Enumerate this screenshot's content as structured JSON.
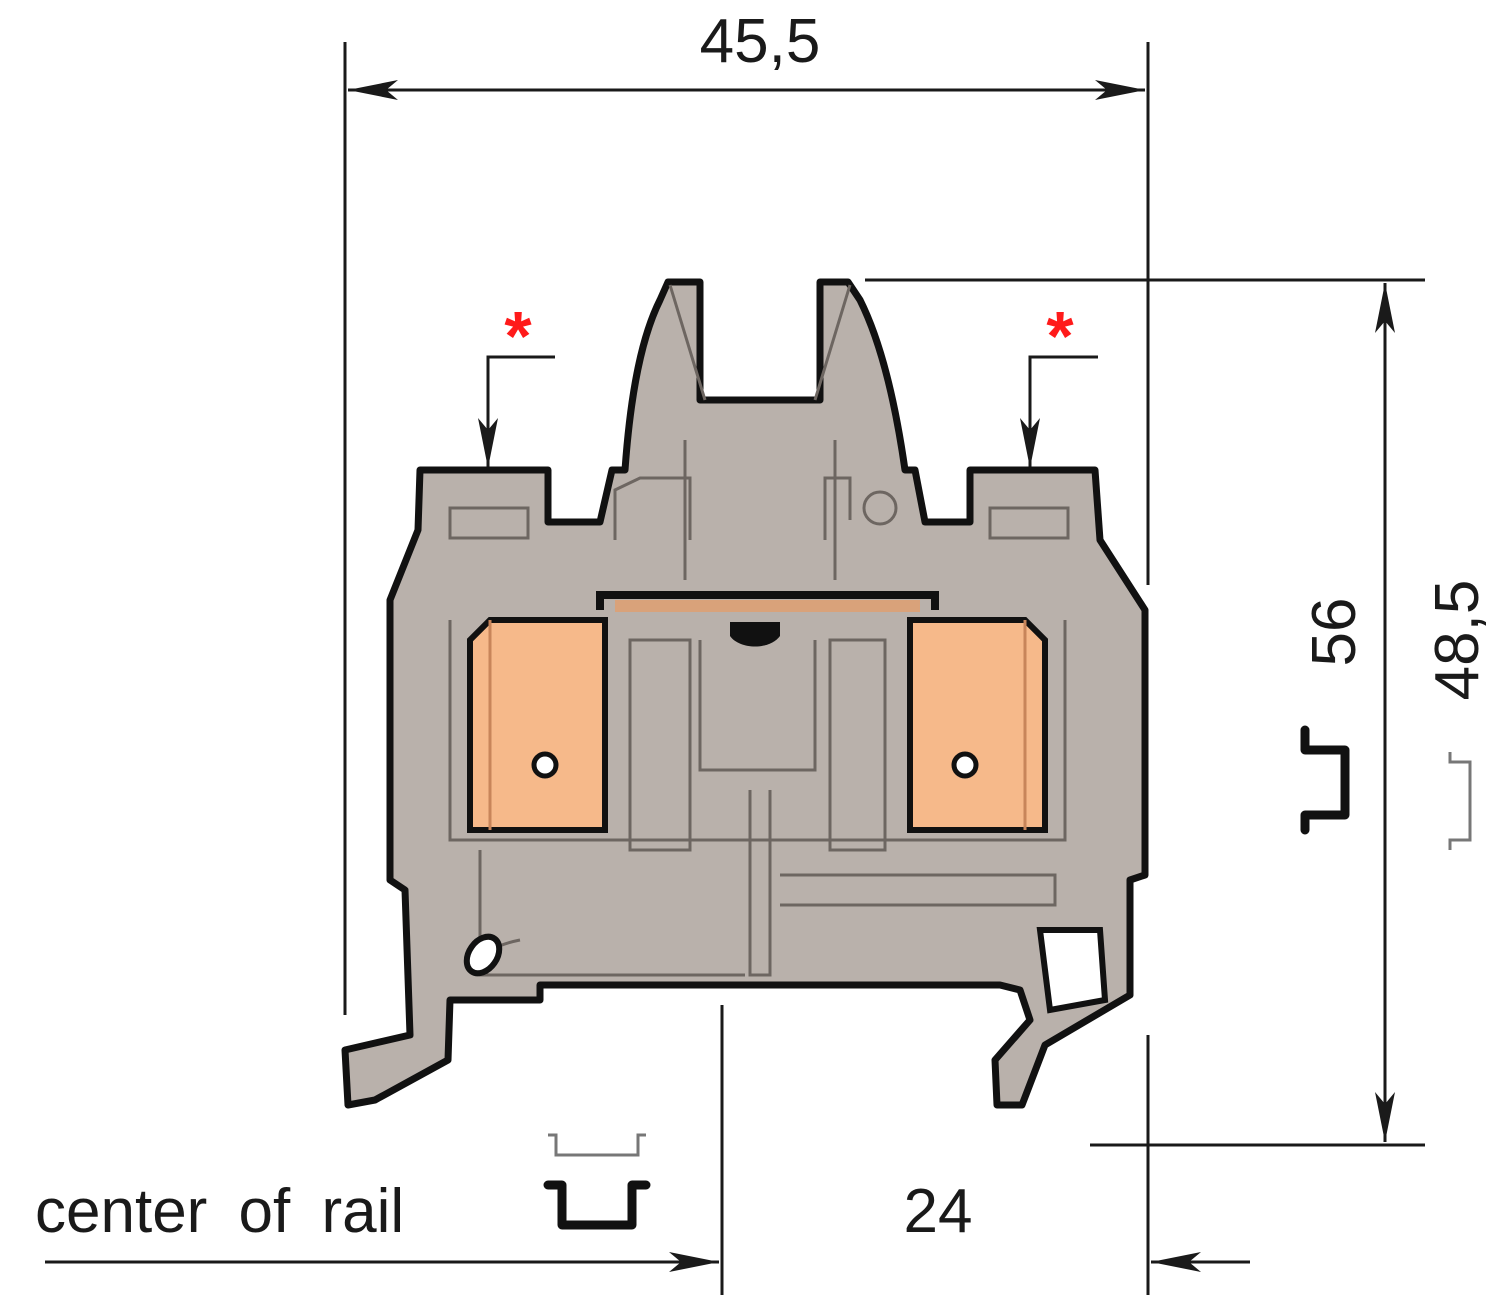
{
  "dimensions": {
    "width_total": "45,5",
    "height_total": "56",
    "height_above_rail": "48,5",
    "offset_from_rail_center": "24"
  },
  "labels": {
    "rail_center": "center of rail",
    "marker_left": "*",
    "marker_right": "*"
  },
  "colors": {
    "housing": "#b9b1ab",
    "clamp": "#f6b98a",
    "marker": "#ff1a1a"
  }
}
